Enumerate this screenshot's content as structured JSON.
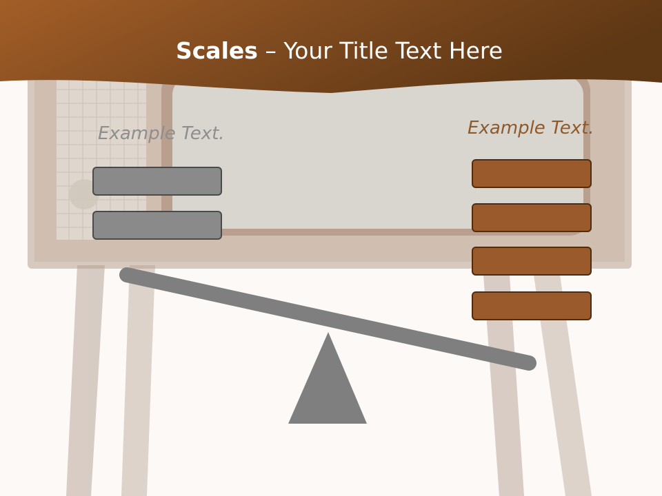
{
  "slide": {
    "title_bold": "Scales",
    "title_rest": " – Your Title Text Here"
  },
  "left_pan": {
    "label": "Example Text.",
    "block_count": 2,
    "color": "#8a8a8a"
  },
  "right_pan": {
    "label": "Example Text.",
    "block_count": 4,
    "color": "#9a5a2c"
  },
  "colors": {
    "header_brown": "#8b4f22",
    "background": "#fcf9f6",
    "beam_gray": "#7f7f7f",
    "left_label": "#8e8e8e",
    "right_label": "#8f5a2b"
  }
}
